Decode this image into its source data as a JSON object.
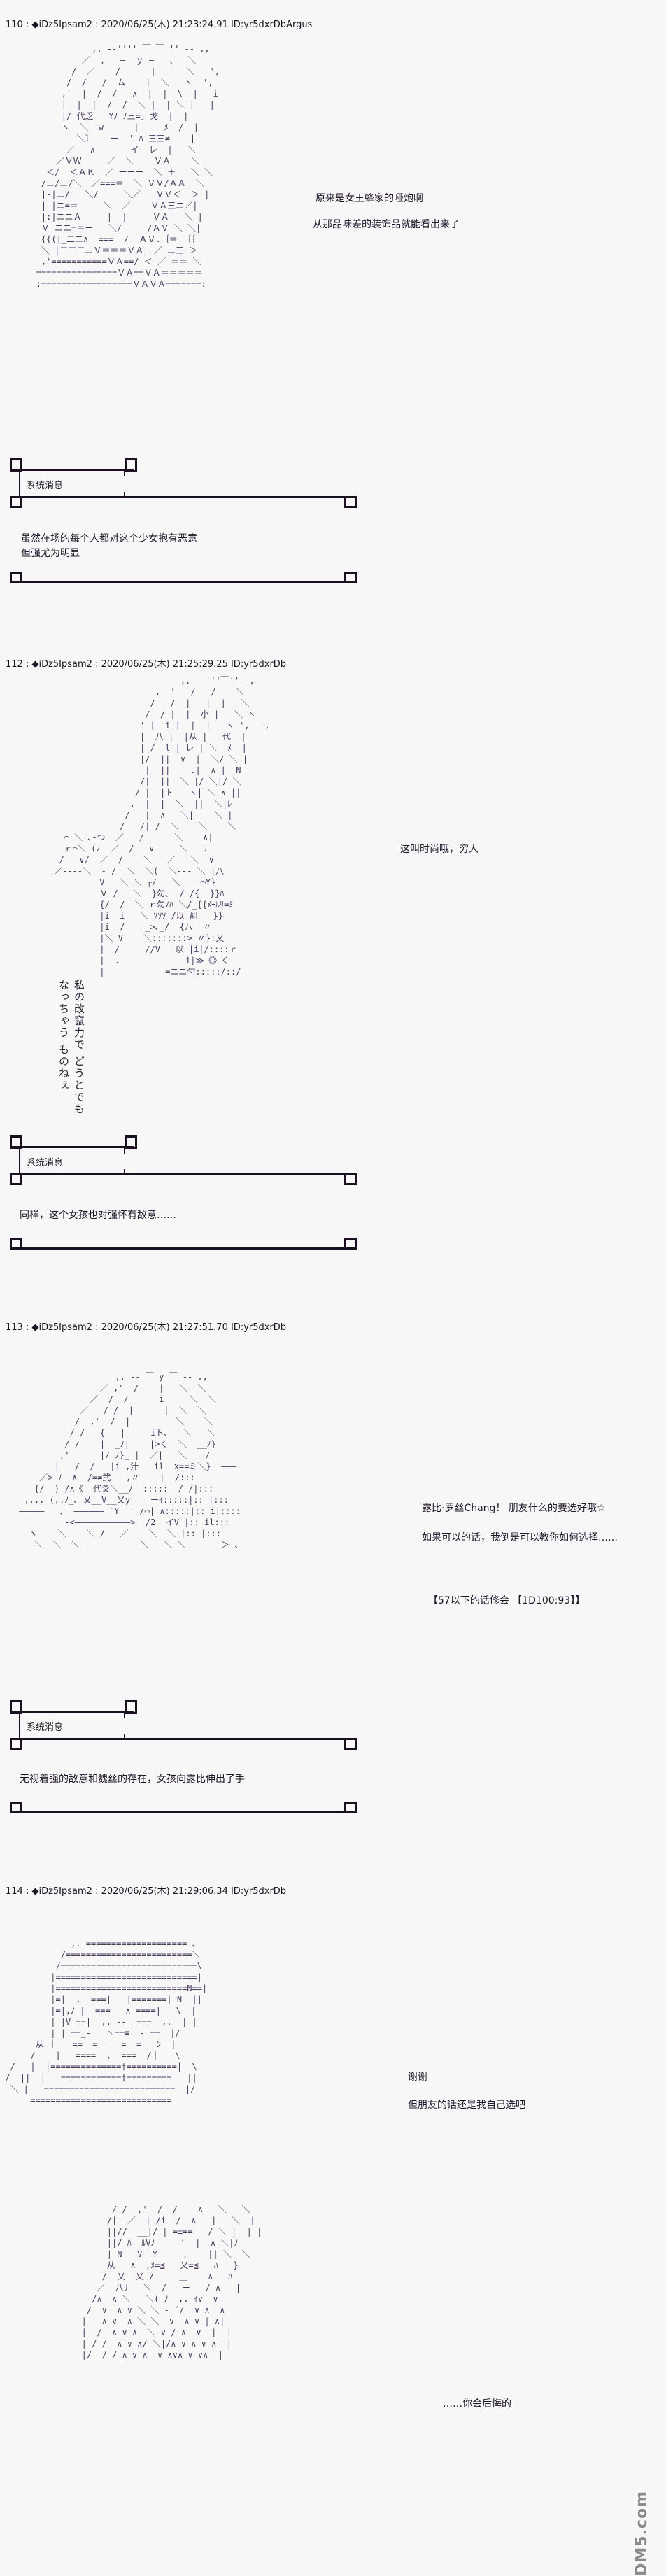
{
  "posts": [
    {
      "header": "110 : ◆iDz5Ipsam2 : 2020/06/25(木) 21:23:24.91 ID:yr5dxrDbArgus",
      "lines": [
        "原来是女王蜂家的哑炮啊",
        "从那品味差的装饰品就能看出来了"
      ],
      "system_label": "系统消息",
      "system_text": [
        "虽然在场的每个人都对这个少女抱有恶意",
        "但强尤为明显"
      ],
      "art": "              ,. -‐'''' ￣ ￣ '' ‐- .,\n            ／  ,   ―  ｙ ―   、  ＼\n          /  ／    /      |      ＼   ',\n         /  /   /  ム    |  ＼   ヽ  ',\n        ,'  |  /  /   ∧  |  |  \\  |   i\n        |  |  |  /  /  ＼ |  | ＼ |   |\n        |/ 代乏   Yﾉ ﾉ三=｣ 戈  |  |\n        ヽ  ＼  w      |     ﾒ  /  |\n           ＼l    ー‐ ' ﾊ 三三≠    |\n         ／   ∧       イ  レ  |   ＼\n       ／ＶＷ     ／  ＼    ＶＡ    ＼\n     ＜/  ＜ＡＫ  ／ ーーー  ＼ ＋   ＼ ＼\n    /ニ/ニ/＼  ／===＝  ＼ ＶＶ/ＡＡ  ＼\n    |-|ニ/   ＼/     ＼／   ＶＶ＜  ＞ |\n    |-|ニ=＝‐    ＼  ／    ＶＡ三ニ／|\n    |:|ニニＡ     |  |     ＶＡ   ＼ |\n    Ｖ|ニニ=＝ー   ＼/     /ＡＶ ＼ ＼|\n    {{(|_二ニ∧  ===  /  ＡＶ.｛＝ ｛｛\n    ＼||二二二ニＶ＝＝＝ＶＡ  ／ ニ三 ＞\n    ,'===========ＶＡ==/ ＜ ／ ＝＝ ＼\n   ================ＶＡ==ＶＡ＝＝＝＝＝\n   :==================ＶＡＶＡ=======:"
    },
    {
      "header": "112 : ◆iDz5Ipsam2 : 2020/06/25(木) 21:25:29.25 ID:yr5dxrDb",
      "lines": [
        "这叫时尚哦，穷人"
      ],
      "vertical_speech": [
        "私の改竄力で",
        "どうとでもなっちゃう",
        "ものねぇ"
      ],
      "system_label": "系统消息",
      "system_text": [
        "同样，这个女孩也对强怀有敌意……"
      ],
      "art": "                          ,. -‐'''￣''‐-,\n                     ,  '   /   /    ＼\n                    /   /  |   |  |   ＼\n                   /  / |  |  小 |   ＼ ヽ\n                  ' |  i |  |  |   ヽ ',  ',\n                  |  八 |  |从 |   代  |\n                  | /  l | レ | ＼  ﾒ  |\n                  |/  ||  ∨  |  ＼/ ＼ |\n                   |  ||    .|  ∧ |  N\n                  /|  ||  ＼ |/ ＼|/ ＼\n                 / |  |ト   ヽ| ＼ ∧ ||\n                ,  |  |  ＼  ||  ＼|ﾚ\n               /   |  ∧   ＼|    ＼ |\n              /   /| /  ＼    ＼    ＼\n   ⌒ ＼ ､-つ  ／   /      ＼    ∧|\n   ｒ⌒＼ (ﾉ  ／  /   ∨     ＼   ﾘ\n  /   ∨/  ／  /    ＼   ／   ＼  ∨\n ／‐‐‐‐＼  ‐ /  ＼  ＼(  ＼‐‐‐ ＼ |八\n          V   ＼ ＼ ┌/   ＼    ⌒Y}\n          Ｖ /   ＼  }勿､  / /{  }}ﾊ\n          {/  /  ＼ ｒ勿ﾉﾊ ＼/_{{ﾒｰﾙﾘ=ﾐ\n          |i  i   ＼ ｿｿｿ /以 糾   }}\n          |i  /    _>､_/  {八  〃\n          |＼ V    ＼:::::::> 〃}:乂\n          |  /     //V   以 |i|/::::ｒ\n          |  .           _|i|≫《》く\n          |           -=ニニ勺:::::/::/"
    },
    {
      "header": "113 : ◆iDz5Ipsam2 : 2020/06/25(木) 21:27:51.70 ID:yr5dxrDb",
      "lines": [
        "露比·罗丝Chang！  朋友什么的要选好哦☆",
        "如果可以的话，我倒是可以教你如何选择……",
        "【57以下的话修会 【1D100:93】】"
      ],
      "system_label": "系统消息",
      "system_text": [
        "无视着强的敌意和魏丝的存在，女孩向露比伸出了手"
      ],
      "art": "                    ,. -‐ ￣ y ￣ ‐- .,\n                 ／ ,'  /    |   ＼  ＼\n               ／  /  /      i     ＼  ＼\n             ／   / /  |      |  ＼  ＼\n            /  ,'  /  |   |     ＼    ＼\n           / /   {   |     iト､   ＼   ＼\n          / /    |  _ﾉ|    |>く  ＼  __ﾉ}\n         ,'      |/ ﾉ}_ |  ／|   ＼  ＿/\n        |   /  /   |i ,汁   il  x==ミ＼}  ―――\n     ／>-ﾉ  ∧  /=≠弐   ,〃    |  /:::\n    {/  ) /∧《  代爻＼__ﾉ  :::::  / /|:::\n  ,.,. (,.ﾉ_､ 乂__V__乂y    ーｲ:::::|:: |:::\n ―――――   ､  ―――――― `Y  ' /⌒| ∧:::::|:: i|::::\n          -<―――――――――――>  /2  イV |:: il:::\n   ヽ    ＼    ＼ /  _／    ＼  ＼ |:: |:::\n    ＼  ＼  ＼ ―――――――――― ＼   ＼ ＼―――――― ＞ 、"
    },
    {
      "header": "114 : ◆iDz5Ipsam2 : 2020/06/25(木) 21:29:06.34 ID:yr5dxrDb",
      "lines": [
        "谢谢",
        "但朋友的话还是我自己选吧",
        "……你会后悔的"
      ],
      "art": "              ,. ==================== 、\n            /=========================＼\n           /===========================\\\n          |============================|\n          |==========================N==|\n          |=|  ,  ===|   |=======| N  ||\n          |=|,ﾉ |  ===   ∧ ====|   \\  |\n          | |V ==|  ,. -‐  ===  ,.  | |\n          | | ==_‐   ヽ==≡  ‐ ==  |/\n       从 ｜   ==  =ー   =  =   ﾝ  |\n      /    |   ====  ,  ===  /｜   \\\n  /   |  |==============†==========|  \\\n /  ||  |   ============†=========   ||\n  ＼ |   ==========================  |/\n      ============================",
      "art2": "         / /  ,'  /  /    ∧   ＼   ＼\n        /|  ／  | /i  /  ∧   |   ＼  |\n        ||//  __|/ | =≡==   / ＼ |  | |\n        ||/ ﾊ  ﾙVﾉ     ′  |  ∧ ＼|ﾉ\n        | N   V  Y     ,    || ＼  ＼\n        从   ∧  ,ﾒ=≦   乂=≦   ﾊ   }\n       /  乂  乂 /     ＿ _  ∧   ﾊ\n      ／  八ﾘ   ＼  / ‐ ー   / ∧   |\n     /∧  ∧ ＼   ＼( ﾉ  ,. ｲ∨  ∨｜\n    /  ∨  ∧ ∨ ＼ ＼ ‐ ´/  ∨ ∧  ∧\n   |   ∧ ∨  ∧ ＼ ＼  ∨  ∧ ∨ | ∧|\n   |  /  ∧ ∨ ∧  ＼ ∨ / ∧  ∨  |  |\n   | / /  ∧ ∨ ∧/ ＼|/∧ ∨ ∧ ∨ ∧  |\n   |/  / / ∧ ∨ ∧  ∨ ∧∨∧ ∨ ∨∧  |"
    }
  ],
  "watermark": "DM5.com"
}
